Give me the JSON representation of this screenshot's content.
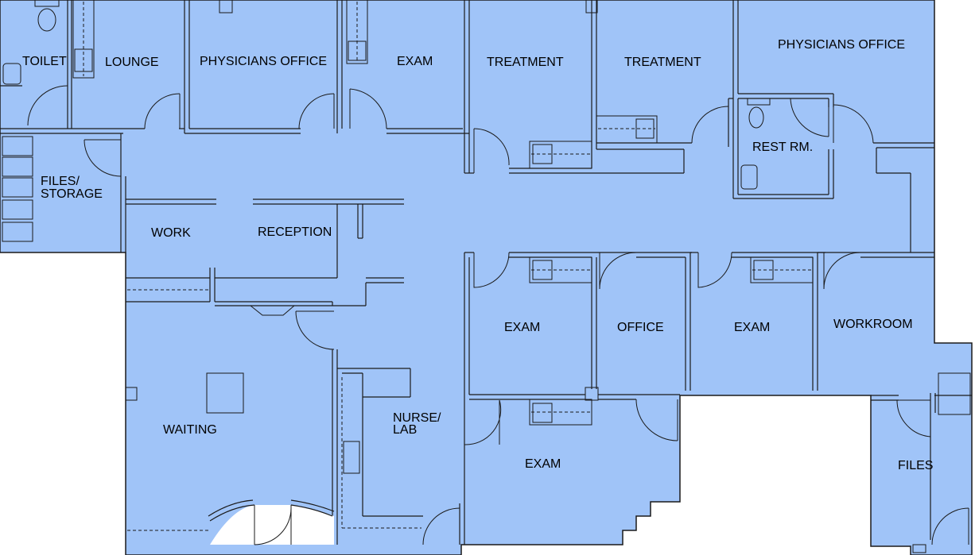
{
  "floorplan": {
    "fill_color": "#a0c4f8",
    "line_color": "#1a1a1a",
    "rooms": [
      {
        "id": "toilet",
        "label": "TOILET"
      },
      {
        "id": "lounge",
        "label": "LOUNGE"
      },
      {
        "id": "physicians-office-1",
        "label": "PHYSICIANS OFFICE"
      },
      {
        "id": "exam-1",
        "label": "EXAM"
      },
      {
        "id": "treatment-1",
        "label": "TREATMENT"
      },
      {
        "id": "treatment-2",
        "label": "TREATMENT"
      },
      {
        "id": "physicians-office-2",
        "label": "PHYSICIANS OFFICE"
      },
      {
        "id": "rest-room",
        "label": "REST RM."
      },
      {
        "id": "files-storage-1",
        "label": "FILES/"
      },
      {
        "id": "files-storage-2",
        "label": "STORAGE"
      },
      {
        "id": "work",
        "label": "WORK"
      },
      {
        "id": "reception",
        "label": "RECEPTION"
      },
      {
        "id": "exam-2",
        "label": "EXAM"
      },
      {
        "id": "office",
        "label": "OFFICE"
      },
      {
        "id": "exam-3",
        "label": "EXAM"
      },
      {
        "id": "workroom",
        "label": "WORKROOM"
      },
      {
        "id": "waiting",
        "label": "WAITING"
      },
      {
        "id": "nurse-lab-1",
        "label": "NURSE/"
      },
      {
        "id": "nurse-lab-2",
        "label": "LAB"
      },
      {
        "id": "exam-4",
        "label": "EXAM"
      },
      {
        "id": "files",
        "label": "FILES"
      }
    ]
  }
}
